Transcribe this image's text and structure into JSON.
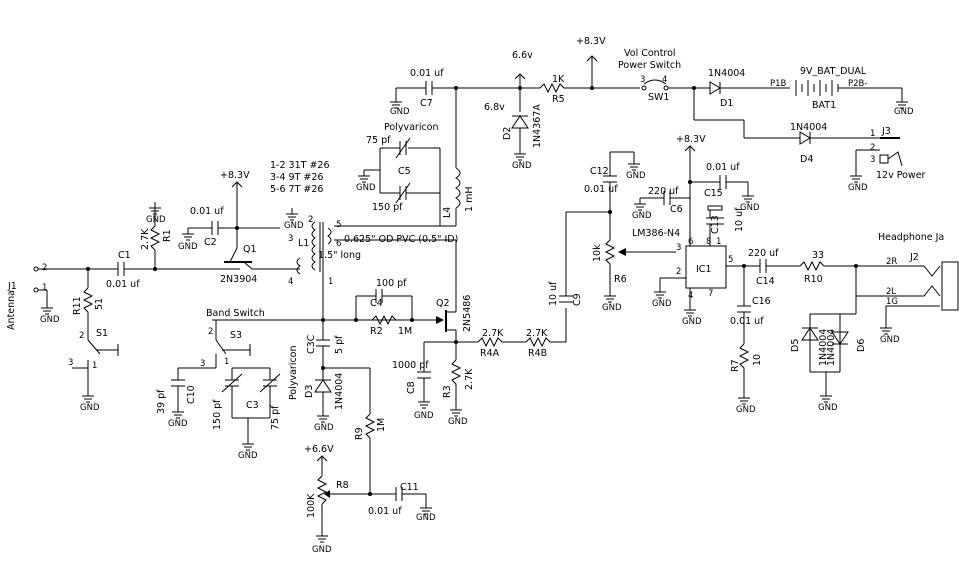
{
  "labels": {
    "antenna": "Antenna",
    "j1": "J1",
    "j1_pin1": "1",
    "j1_pin2": "2",
    "r11": "R11",
    "r11_val": "51",
    "s1": "S1",
    "s1_p1": "1",
    "s1_p2": "2",
    "s1_p3": "3",
    "c1": "C1",
    "c1_val": "0.01 uf",
    "r1": "R1",
    "r1_val": "2.7K",
    "c2": "C2",
    "c2_val": "0.01 uf",
    "q1": "Q1",
    "q1_val": "2N3904",
    "plus83_q1": "+8.3V",
    "l1": "L1",
    "l1_p1": "1",
    "l1_p2": "2",
    "l1_p3": "3",
    "l1_p4": "4",
    "l1_p5": "5",
    "l1_p6": "6",
    "windings_1": "1-2  31T #26",
    "windings_2": "3-4  9T  #26",
    "windings_3": "5-6  7T  #26",
    "coil_form": "0.625\" OD PVC (0.5\" ID)",
    "coil_len": "1.5\" long",
    "polyvaricon_top": "Polyvaricon",
    "c5": "C5",
    "c5_a": "75 pf",
    "c5_b": "150 pf",
    "l4": "L4",
    "l4_val": "1 mH",
    "c7": "C7",
    "c7_val": "0.01 uf",
    "d2": "D2",
    "d2_val": "1N4367A",
    "d2_v": "6.8v",
    "v66_top": "6.6v",
    "r5": "R5",
    "r5_val": "1K",
    "plus83_top": "+8.3V",
    "sw1": "SW1",
    "sw1_p3": "3",
    "sw1_p4": "4",
    "vol_control": "Vol Control",
    "power_switch": "Power Switch",
    "d1": "D1",
    "d1_val": "1N4004",
    "bat": "9V_BAT_DUAL",
    "bat1": "BAT1",
    "p1b": "P1B",
    "p2b": "P2B-",
    "d4": "D4",
    "d4_val": "1N4004",
    "j3": "J3",
    "j3_p1": "1",
    "j3_p2": "2",
    "j3_p3": "3",
    "ext_power": "12v Power",
    "band_switch": "Band Switch",
    "s3": "S3",
    "s3_p1": "1",
    "s3_p2": "2",
    "s3_p3": "3",
    "c10": "C10",
    "c10_val": "39 pf",
    "c3": "C3",
    "c3_a": "150 pf",
    "c3_b": "75 pf",
    "polyvaricon_left": "Polyvaricon",
    "c3c": "C3C",
    "c3c_val": "5 pf",
    "d3": "D3",
    "d3_val": "1N4004",
    "r9": "R9",
    "r9_val": "1M",
    "plus66_r8": "+6.6V",
    "r8": "R8",
    "r8_val": "100K",
    "c11": "C11",
    "c11_val": "0.01 uf",
    "c4": "C4",
    "c4_val": "100 pf",
    "r2": "R2",
    "r2_val": "1M",
    "q2": "Q2",
    "q2_val": "2N5486",
    "c8": "C8",
    "c8_val": "1000 pf",
    "r3": "R3",
    "r3_val": "2.7K",
    "r4a": "R4A",
    "r4a_val": "2.7K",
    "r4b": "R4B",
    "r4b_val": "2.7K",
    "c9": "C9",
    "c9_val": "10 uf",
    "c12": "C12",
    "c12_val": "0.01 uf",
    "r6": "R6",
    "r6_val": "10k",
    "plus83_ic": "+8.3V",
    "c6": "C6",
    "c6_val": "220 uf",
    "c15": "C15",
    "c15_val": "0.01 uf",
    "c13": "C13",
    "c13_val": "10 uf",
    "ic1_part": "LM386-N4",
    "ic1": "IC1",
    "ic_p1": "1",
    "ic_p2": "2",
    "ic_p3": "3",
    "ic_p4": "4",
    "ic_p5": "5",
    "ic_p6": "6",
    "ic_p7": "7",
    "ic_p8": "8",
    "c14": "C14",
    "c14_val": "220 uf",
    "r10": "R10",
    "r10_val": "33",
    "c16": "C16",
    "c16_val": "0.01 uf",
    "r7": "R7",
    "r7_val": "10",
    "d5": "D5",
    "d5_val": "1N4004",
    "d6": "D6",
    "d6_val": "1N4004",
    "headphone": "Headphone Ja",
    "j2": "J2",
    "j2_2r": "2R",
    "j2_2l": "2L",
    "j2_1g": "1G",
    "gnd": "GND"
  },
  "gnd_count": 26
}
